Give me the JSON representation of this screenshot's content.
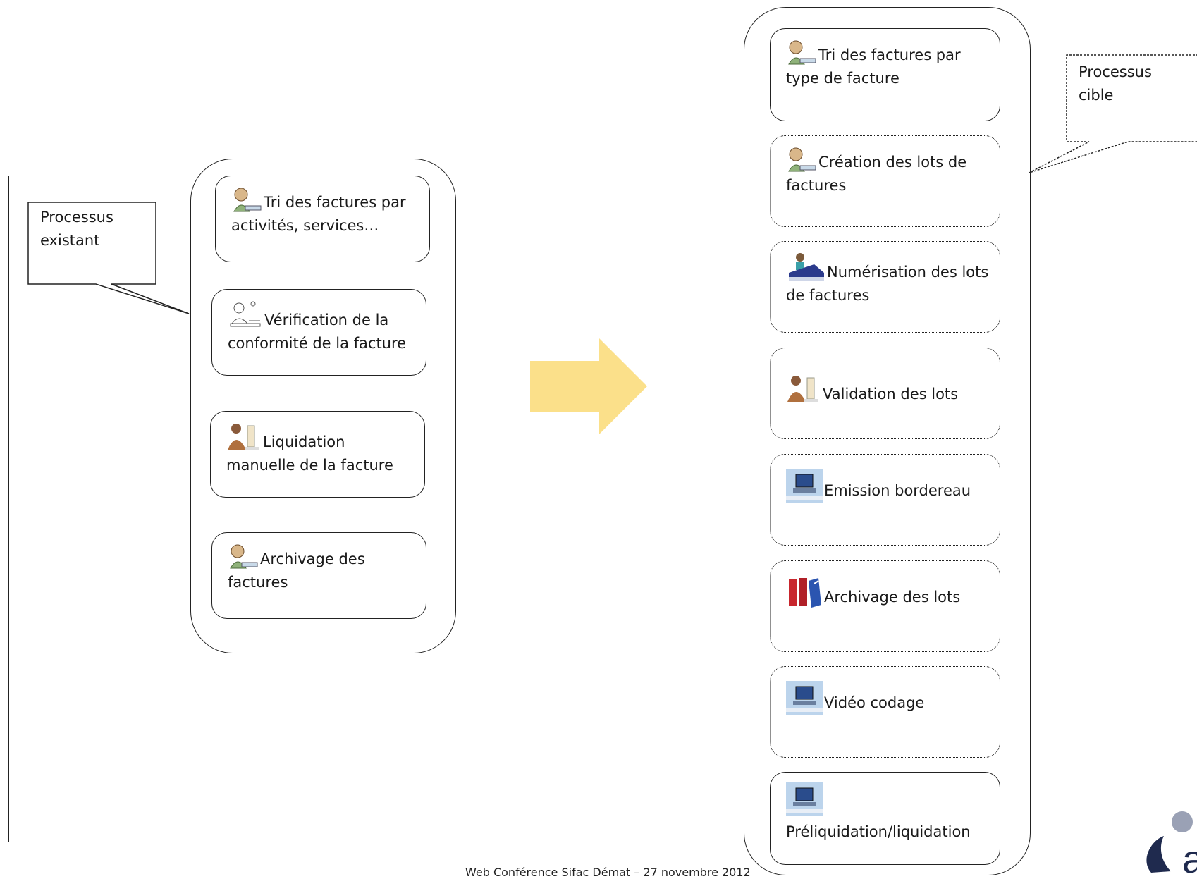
{
  "callout_left": {
    "line1": "Processus",
    "line2": "existant"
  },
  "callout_right": {
    "line1": "Processus",
    "line2": "cible"
  },
  "existing_steps": [
    {
      "label": "Tri des factures par activités, services…",
      "icon": "clerk-icon"
    },
    {
      "label": "Vérification de la conformité de la  facture",
      "icon": "desk-worker-icon"
    },
    {
      "label": "Liquidation manuelle de la facture",
      "icon": "accountant-icon"
    },
    {
      "label": "Archivage des factures",
      "icon": "clerk-icon"
    }
  ],
  "target_steps": [
    {
      "label": "Tri des factures par type de facture",
      "icon": "clerk-icon"
    },
    {
      "label": "Création des lots de factures",
      "icon": "clerk-icon"
    },
    {
      "label": "Numérisation des lots de factures",
      "icon": "scanner-icon"
    },
    {
      "label": "Validation des lots",
      "icon": "accountant-icon"
    },
    {
      "label": "Emission bordereau",
      "icon": "computer-icon"
    },
    {
      "label": "Archivage des lots",
      "icon": "binders-icon"
    },
    {
      "label": "Vidéo codage",
      "icon": "computer-icon"
    },
    {
      "label": "Préliquidation/liquidation",
      "icon": "computer-icon"
    }
  ],
  "footer": "Web Conférence Sifac Démat – 27 novembre 2012",
  "logo_text": "a",
  "colors": {
    "arrow": "#fbe08a",
    "logo": "#1f2a4e",
    "logo_dot": "#9aa1b5"
  }
}
